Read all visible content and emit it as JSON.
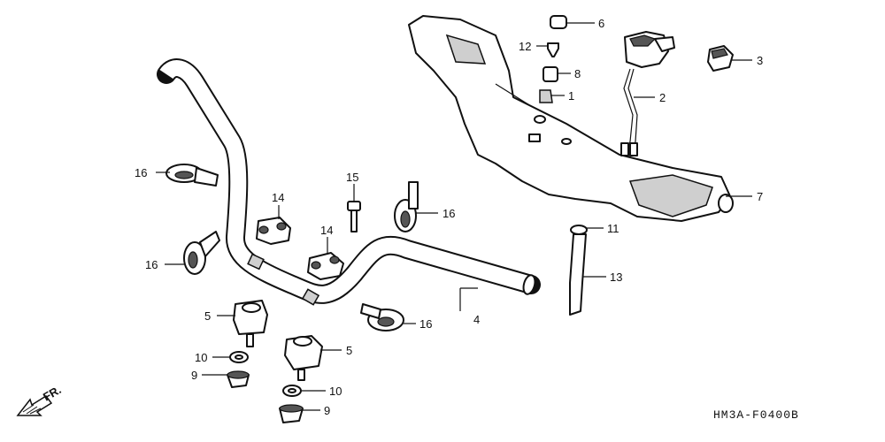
{
  "diagram": {
    "code": "HM3A-F0400B",
    "front_marker": "FR.",
    "callouts": [
      {
        "id": "c6",
        "label": "6"
      },
      {
        "id": "c12",
        "label": "12"
      },
      {
        "id": "c8",
        "label": "8"
      },
      {
        "id": "c1",
        "label": "1"
      },
      {
        "id": "c2",
        "label": "2"
      },
      {
        "id": "c3",
        "label": "3"
      },
      {
        "id": "c7",
        "label": "7"
      },
      {
        "id": "c11",
        "label": "11"
      },
      {
        "id": "c13",
        "label": "13"
      },
      {
        "id": "c16a",
        "label": "16"
      },
      {
        "id": "c16b",
        "label": "16"
      },
      {
        "id": "c16c",
        "label": "16"
      },
      {
        "id": "c16d",
        "label": "16"
      },
      {
        "id": "c14a",
        "label": "14"
      },
      {
        "id": "c14b",
        "label": "14"
      },
      {
        "id": "c15",
        "label": "15"
      },
      {
        "id": "c5a",
        "label": "5"
      },
      {
        "id": "c5b",
        "label": "5"
      },
      {
        "id": "c4",
        "label": "4"
      },
      {
        "id": "c10a",
        "label": "10"
      },
      {
        "id": "c10b",
        "label": "10"
      },
      {
        "id": "c9a",
        "label": "9"
      },
      {
        "id": "c9b",
        "label": "9"
      }
    ]
  }
}
